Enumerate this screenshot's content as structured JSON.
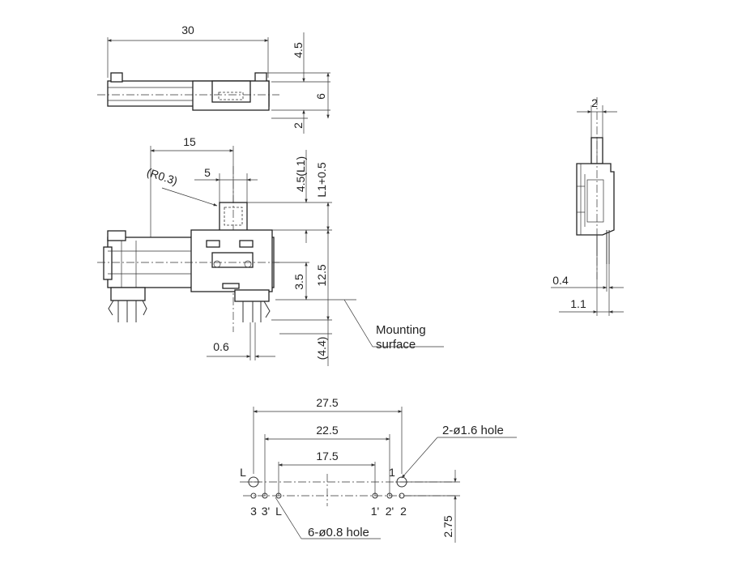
{
  "top_view": {
    "dim_length": "30",
    "dim_height_top": "4.5",
    "dim_height_total": "6",
    "dim_height_bottom": "2"
  },
  "front_view": {
    "dim_center": "15",
    "dim_knob_width": "5",
    "radius_note": "(R0.3)",
    "dim_knob_height": "4.5(L1)",
    "dim_knob_tol": "L1+0.5",
    "dim_body_height": "12.5",
    "dim_pin_offset": "3.5",
    "dim_pin_length": "(4.4)",
    "dim_pin_width": "0.6",
    "mounting_label_line1": "Mounting",
    "mounting_label_line2": "surface"
  },
  "side_view": {
    "dim_knob_width": "2",
    "dim_pin": "0.4",
    "dim_pin_offset": "1.1"
  },
  "footprint": {
    "dim_outer": "27.5",
    "dim_mid": "22.5",
    "dim_inner": "17.5",
    "big_hole_note": "2-ø1.6 hole",
    "small_hole_note": "6-ø0.8 hole",
    "label_L_top": "L",
    "label_1_top": "1",
    "pin_labels": [
      "3",
      "3'",
      "L",
      "1'",
      "2'",
      "2"
    ],
    "dim_row_offset": "2.75"
  }
}
